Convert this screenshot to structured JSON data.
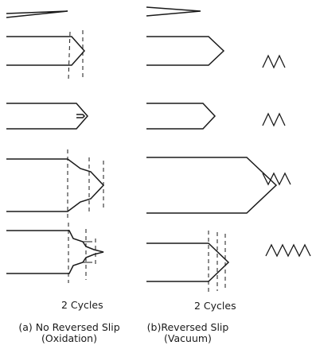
{
  "figure": {
    "cycles_label_a": "2 Cycles",
    "cycles_label_b": "2 Cycles",
    "caption_a_line1": "(a) No Reversed Slip",
    "caption_a_line2": "(Oxidation)",
    "caption_b_line1": "(b)Reversed Slip",
    "caption_b_line2": "(Vacuum)"
  },
  "icons": {
    "load_waveforms": [
      "zigzag-1",
      "zigzag-2",
      "zigzag-3",
      "zigzag-4"
    ]
  }
}
